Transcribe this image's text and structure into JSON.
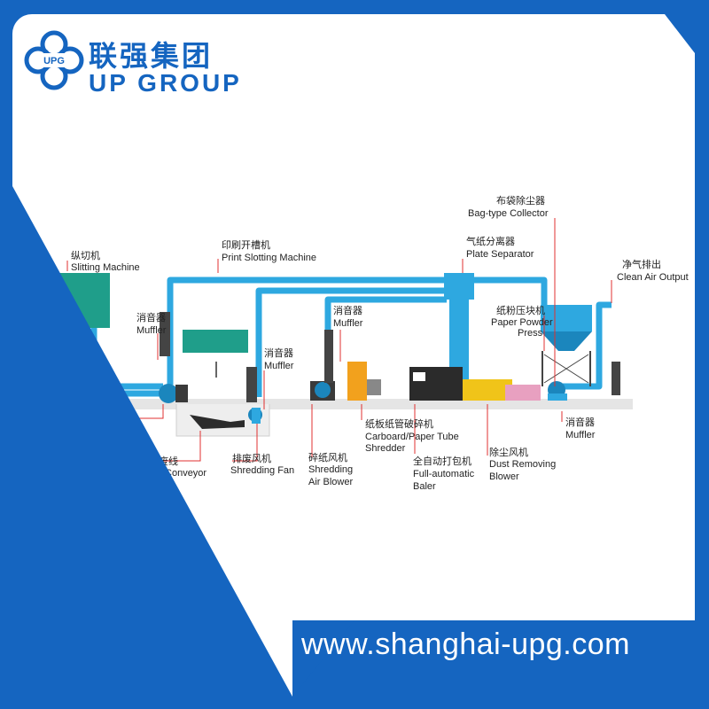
{
  "brand": {
    "name_cn": "联强集团",
    "name_en": "UP GROUP",
    "emblem_text": "UPG",
    "primary_color": "#1565c0"
  },
  "labels": {
    "slitting": {
      "cn": "纵切机",
      "en": "Slitting Machine"
    },
    "print_slotting": {
      "cn": "印刷开槽机",
      "en": "Print Slotting Machine"
    },
    "muffler_1": {
      "cn": "消音器",
      "en": "Muffler"
    },
    "muffler_2": {
      "cn": "消音器",
      "en": "Muffler"
    },
    "muffler_3": {
      "cn": "消音器",
      "en": "Muffler"
    },
    "muffler_4": {
      "cn": "消音器",
      "en": "Muffler"
    },
    "plate_separator": {
      "cn": "气纸分离器",
      "en": "Plate Separator"
    },
    "bag_collector": {
      "cn": "布袋除尘器",
      "en": "Bag-type Collector"
    },
    "clean_air": {
      "cn": "净气排出",
      "en": "Clean Air Output"
    },
    "powder_press": {
      "cn": "纸粉压块机",
      "en1": "Paper Powder",
      "en2": "Press"
    },
    "blower_1": {
      "cn": "碎纸风机",
      "en1": "Shredding",
      "en2": "Air Blower"
    },
    "belt_conveyor": {
      "cn": "排废线",
      "en": "Belt Conveyor"
    },
    "shredding_fan": {
      "cn": "排废风机",
      "en": "Shredding Fan"
    },
    "blower_2": {
      "cn": "碎纸风机",
      "en1": "Shredding",
      "en2": "Air Blower"
    },
    "tube_shredder": {
      "cn": "纸板纸管破碎机",
      "en1": "Carboard/Paper Tube",
      "en2": "Shredder"
    },
    "baler": {
      "cn": "全自动打包机",
      "en1": "Full-automatic",
      "en2": "Baler"
    },
    "dust_blower": {
      "cn": "除尘风机",
      "en1": "Dust Removing",
      "en2": "Blower"
    }
  },
  "colors": {
    "pipe": "#2ea8e0",
    "pipe_dark": "#1b86bd",
    "machine_green": "#1f9e8a",
    "leader": "#e03030",
    "floor": "#d9d9d9"
  },
  "footer": {
    "url": "www.shanghai-upg.com"
  }
}
